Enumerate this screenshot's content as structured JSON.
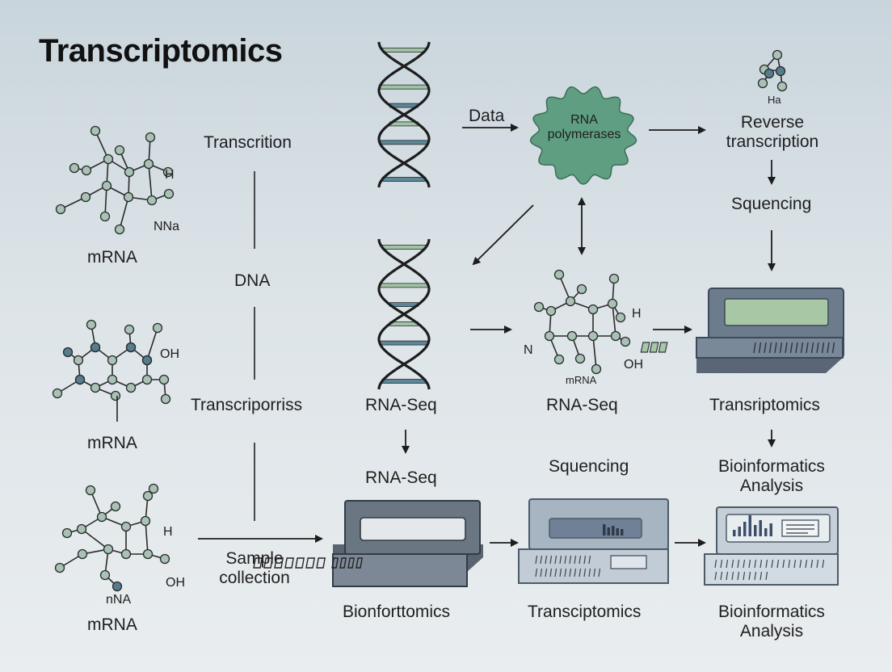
{
  "title": "Transcriptomics",
  "labels": {
    "transcrition": "Transcrition",
    "dna": "DNA",
    "transcriporriss": "Transcriporriss",
    "mrna_1": "mRNA",
    "mrna_2": "mRNA",
    "mrna_3": "mRNA",
    "data": "Data",
    "rna_polymerases": "RNA polymerases",
    "reverse_transcription": "Reverse transcription",
    "squencing_top": "Squencing",
    "rnaseq_dna": "RNA-Seq",
    "rnaseq_mol": "RNA-Seq",
    "transriptomics": "Transriptomics",
    "rnaseq_lower": "RNA-Seq",
    "squencing_mid": "Squencing",
    "bioinformatics_analysis_mid": "Bioinformatics Analysis",
    "sample_collection": "Sample collection",
    "bionforttomics": "Bionforttomics",
    "transciptomics": "Transciptomics",
    "bioinformatics_analysis_bottom": "Bioinformatics Analysis"
  },
  "atoms": {
    "h1": "H",
    "nna": "NNa",
    "oh_left": "OH",
    "h2": "H",
    "oh_bottom": "OH",
    "nna_bottom": "nNA",
    "ha": "Ha",
    "h3": "H",
    "n_mid": "N",
    "oh_mid": "OH",
    "mrna_small": "mRNA"
  },
  "colors": {
    "polymerase_fill": "#5f9e80",
    "dna_strand": "#1d1d1d",
    "base_green": "#9fc3a5",
    "base_blue": "#5b8798",
    "atom_fill": "#a9c2b6",
    "atom_dark": "#557d8c",
    "screen_green": "#a8c7a4",
    "device_body": "#6a7a8c"
  }
}
